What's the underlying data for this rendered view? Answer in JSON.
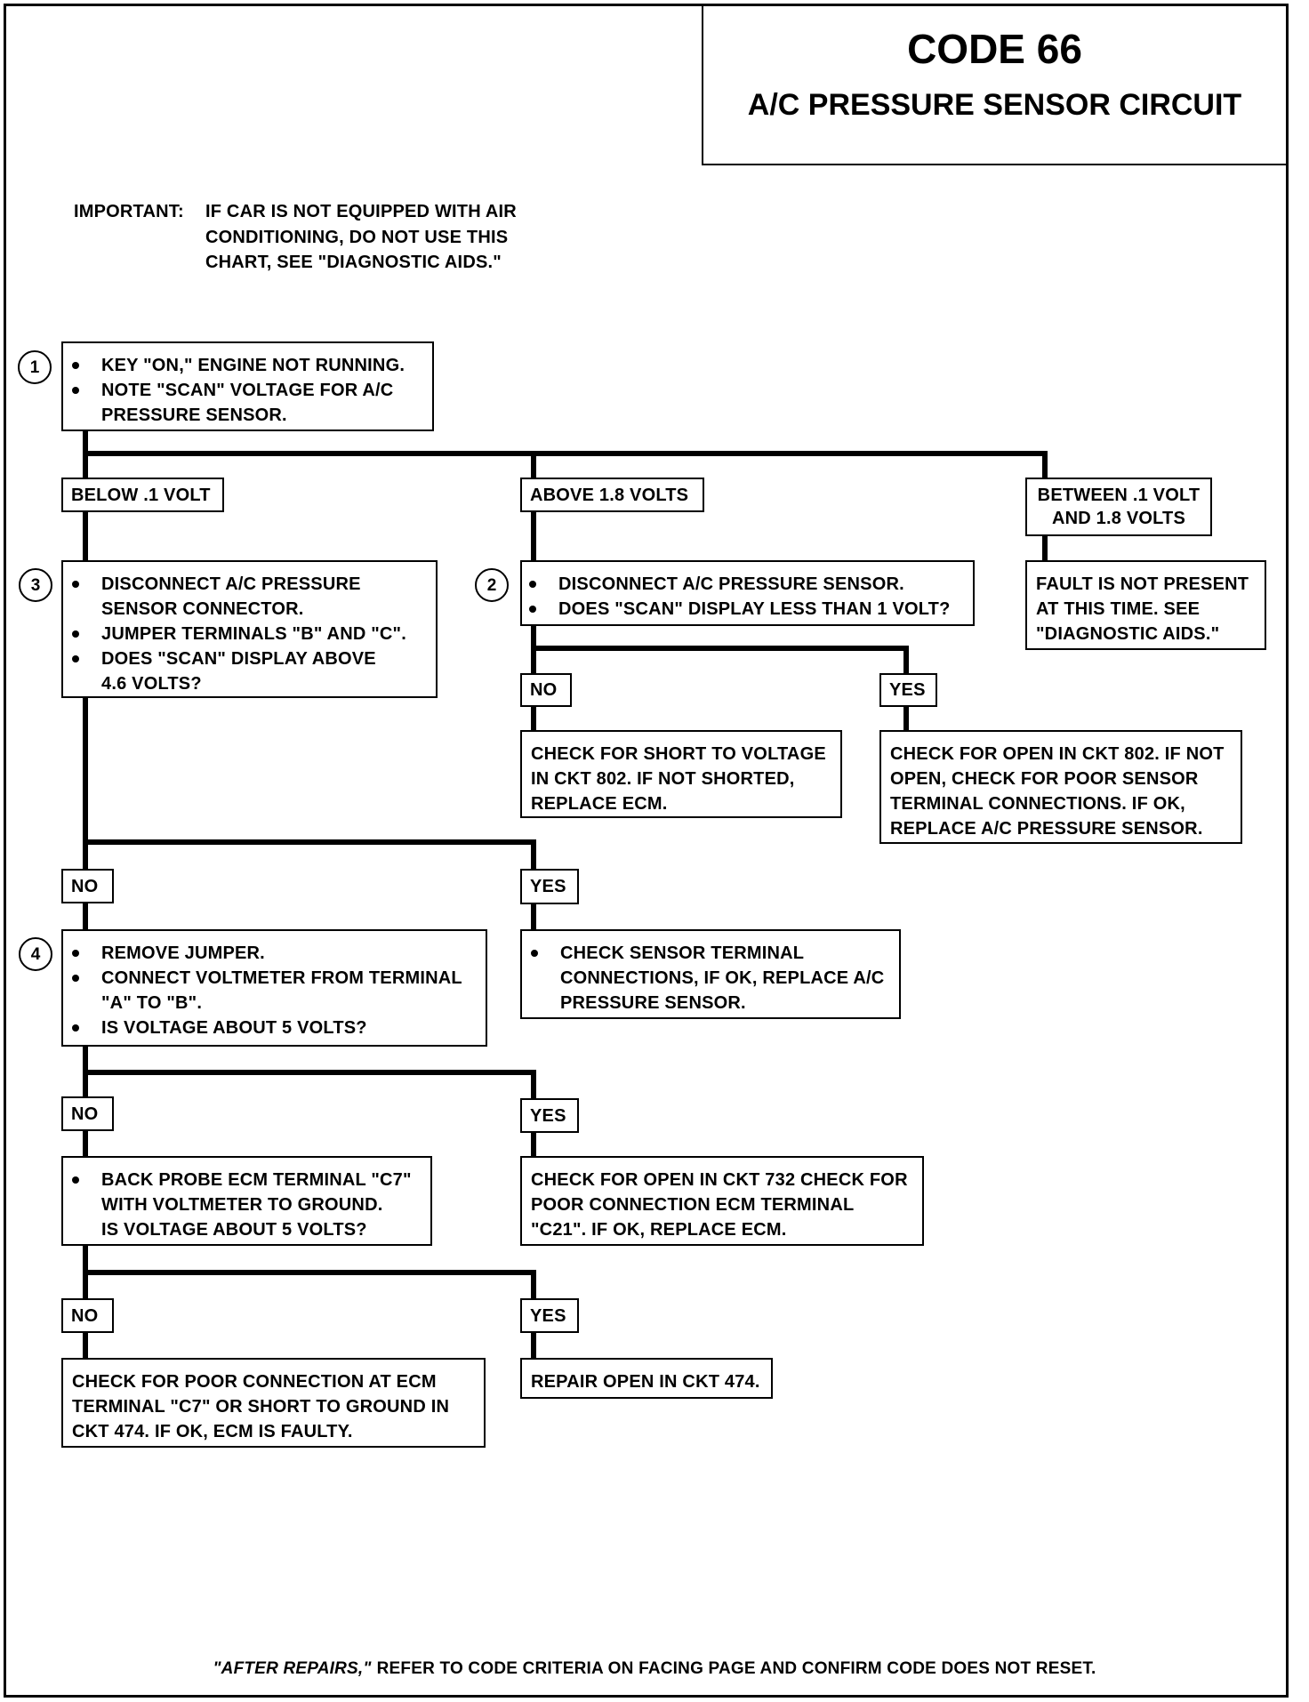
{
  "header": {
    "code": "CODE 66",
    "title": "A/C PRESSURE SENSOR CIRCUIT"
  },
  "important": {
    "label": "IMPORTANT:",
    "lines": [
      "IF CAR IS NOT EQUIPPED WITH AIR",
      "CONDITIONING, DO NOT USE THIS",
      "CHART, SEE \"DIAGNOSTIC AIDS.\""
    ]
  },
  "step1": {
    "number": "1",
    "items": [
      [
        "KEY \"ON,\" ENGINE NOT RUNNING."
      ],
      [
        "NOTE \"SCAN\" VOLTAGE FOR A/C",
        "PRESSURE SENSOR."
      ]
    ]
  },
  "step1_branches": {
    "below": "BELOW .1 VOLT",
    "above": "ABOVE 1.8 VOLTS",
    "between": [
      "BETWEEN .1 VOLT",
      "AND 1.8 VOLTS"
    ]
  },
  "step3": {
    "number": "3",
    "items": [
      [
        "DISCONNECT A/C PRESSURE",
        "SENSOR CONNECTOR."
      ],
      [
        "JUMPER TERMINALS \"B\" AND \"C\"."
      ],
      [
        "DOES \"SCAN\" DISPLAY ABOVE",
        "4.6 VOLTS?"
      ]
    ]
  },
  "step2": {
    "number": "2",
    "items": [
      [
        "DISCONNECT A/C PRESSURE SENSOR."
      ],
      [
        "DOES \"SCAN\" DISPLAY LESS THAN 1 VOLT?"
      ]
    ]
  },
  "fault_not_present": {
    "lines": [
      "FAULT IS NOT PRESENT",
      "AT THIS TIME. SEE",
      "\"DIAGNOSTIC AIDS.\""
    ]
  },
  "step2_answers": {
    "no": "NO",
    "yes": "YES"
  },
  "step2_no_result": {
    "lines": [
      "CHECK FOR SHORT TO VOLTAGE",
      "IN CKT 802. IF NOT SHORTED,",
      "REPLACE ECM."
    ]
  },
  "step2_yes_result": {
    "lines": [
      "CHECK FOR OPEN IN CKT 802. IF NOT",
      "OPEN, CHECK FOR POOR SENSOR",
      "TERMINAL CONNECTIONS. IF OK,",
      "REPLACE A/C PRESSURE SENSOR."
    ]
  },
  "step3_answers": {
    "no": "NO",
    "yes": "YES"
  },
  "step3_yes_result": {
    "items": [
      [
        "CHECK SENSOR TERMINAL",
        "CONNECTIONS, IF OK, REPLACE A/C",
        "PRESSURE SENSOR."
      ]
    ]
  },
  "step4": {
    "number": "4",
    "items": [
      [
        "REMOVE JUMPER."
      ],
      [
        "CONNECT VOLTMETER FROM TERMINAL",
        "\"A\" TO \"B\"."
      ],
      [
        "IS VOLTAGE ABOUT 5 VOLTS?"
      ]
    ]
  },
  "step4_answers": {
    "no": "NO",
    "yes": "YES"
  },
  "step4_no_check": {
    "items": [
      [
        "BACK PROBE ECM TERMINAL \"C7\"",
        "WITH VOLTMETER TO GROUND.",
        "IS VOLTAGE ABOUT 5 VOLTS?"
      ]
    ]
  },
  "step4_yes_result": {
    "lines": [
      "CHECK FOR OPEN IN CKT 732 CHECK FOR",
      "POOR CONNECTION ECM TERMINAL",
      "\"C21\". IF OK, REPLACE ECM."
    ]
  },
  "back_probe_answers": {
    "no": "NO",
    "yes": "YES"
  },
  "back_probe_no_result": {
    "lines": [
      "CHECK FOR POOR CONNECTION AT ECM",
      "TERMINAL \"C7\" OR SHORT TO GROUND IN",
      "CKT 474. IF OK, ECM IS FAULTY."
    ]
  },
  "back_probe_yes_result": {
    "lines": [
      "REPAIR OPEN IN CKT 474."
    ]
  },
  "footer": {
    "italic": "\"AFTER REPAIRS,\"",
    "text": "REFER TO CODE CRITERIA ON FACING PAGE AND CONFIRM CODE DOES NOT RESET."
  }
}
